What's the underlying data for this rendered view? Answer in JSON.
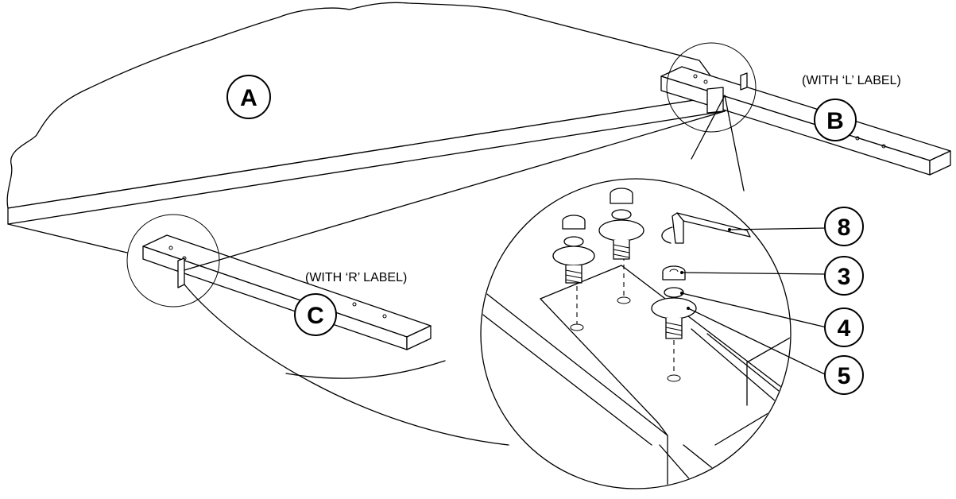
{
  "parts": {
    "tabletop": "A",
    "left_rail": "B",
    "right_rail": "C"
  },
  "notes": {
    "left_rail_note": "(WITH ‘L’ LABEL)",
    "right_rail_note": "(WITH ‘R’ LABEL)"
  },
  "hardware": {
    "allen_key": "8",
    "bolt": "3",
    "lock_washer": "4",
    "flat_washer": "5"
  }
}
